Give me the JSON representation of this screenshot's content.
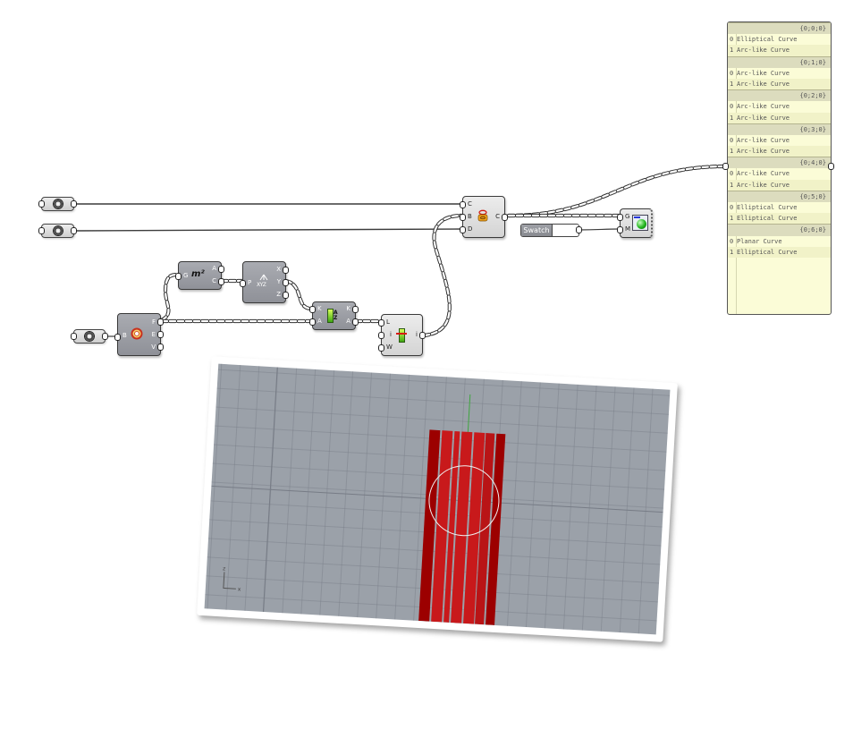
{
  "canvas": {
    "title": "Grasshopper definition"
  },
  "components": {
    "curve_param_1": {
      "icon": "curve-param-icon"
    },
    "curve_param_2": {
      "icon": "curve-param-icon"
    },
    "brep_param": {
      "icon": "brep-param-icon"
    },
    "deconstruct_brep": {
      "icon": "deconstruct-brep-icon",
      "inputs": [
        "B"
      ],
      "outputs": [
        "F",
        "E",
        "V"
      ]
    },
    "area": {
      "icon": "area-icon",
      "icon_text": "m²",
      "inputs": [
        "G"
      ],
      "outputs": [
        "A",
        "C"
      ]
    },
    "deconstruct_point": {
      "icon": "deconstruct-point-icon",
      "icon_text": "XYZ",
      "inputs": [
        "P"
      ],
      "outputs": [
        "X",
        "Y",
        "Z"
      ]
    },
    "sort_list": {
      "icon": "sort-list-icon",
      "icon_text": "AZ",
      "inputs": [
        "K",
        "A"
      ],
      "outputs": [
        "K",
        "A"
      ]
    },
    "list_item": {
      "icon": "list-item-icon",
      "inputs": [
        "L",
        "i",
        "W"
      ],
      "outputs": [
        "i"
      ]
    },
    "curve_type": {
      "icon": "curve-type-icon",
      "inputs": [
        "C",
        "B",
        "D"
      ],
      "outputs": [
        "C"
      ]
    },
    "custom_preview": {
      "icon": "custom-preview-icon",
      "inputs": [
        "G",
        "M"
      ]
    },
    "swatch": {
      "label": "Swatch",
      "color": "#ffffff"
    }
  },
  "panel": {
    "branches": [
      {
        "path": "{0;0;0}",
        "items": [
          "Elliptical Curve",
          "Arc-like Curve"
        ]
      },
      {
        "path": "{0;1;0}",
        "items": [
          "Arc-like Curve",
          "Arc-like Curve"
        ]
      },
      {
        "path": "{0;2;0}",
        "items": [
          "Arc-like Curve",
          "Arc-like Curve"
        ]
      },
      {
        "path": "{0;3;0}",
        "items": [
          "Arc-like Curve",
          "Arc-like Curve"
        ]
      },
      {
        "path": "{0;4;0}",
        "items": [
          "Arc-like Curve",
          "Arc-like Curve"
        ]
      },
      {
        "path": "{0;5;0}",
        "items": [
          "Elliptical Curve",
          "Elliptical Curve"
        ]
      },
      {
        "path": "{0;6;0}",
        "items": [
          "Planar Curve",
          "Elliptical Curve"
        ]
      }
    ]
  },
  "viewport": {
    "axis_labels": {
      "vertical": "z",
      "horizontal": "x"
    },
    "colors": {
      "background": "#9ba1a9",
      "geometry": "#c8191b",
      "geometry_dark": "#9c0000",
      "axis_green": "#3fa53f",
      "circle": "#f2f2f2"
    }
  }
}
